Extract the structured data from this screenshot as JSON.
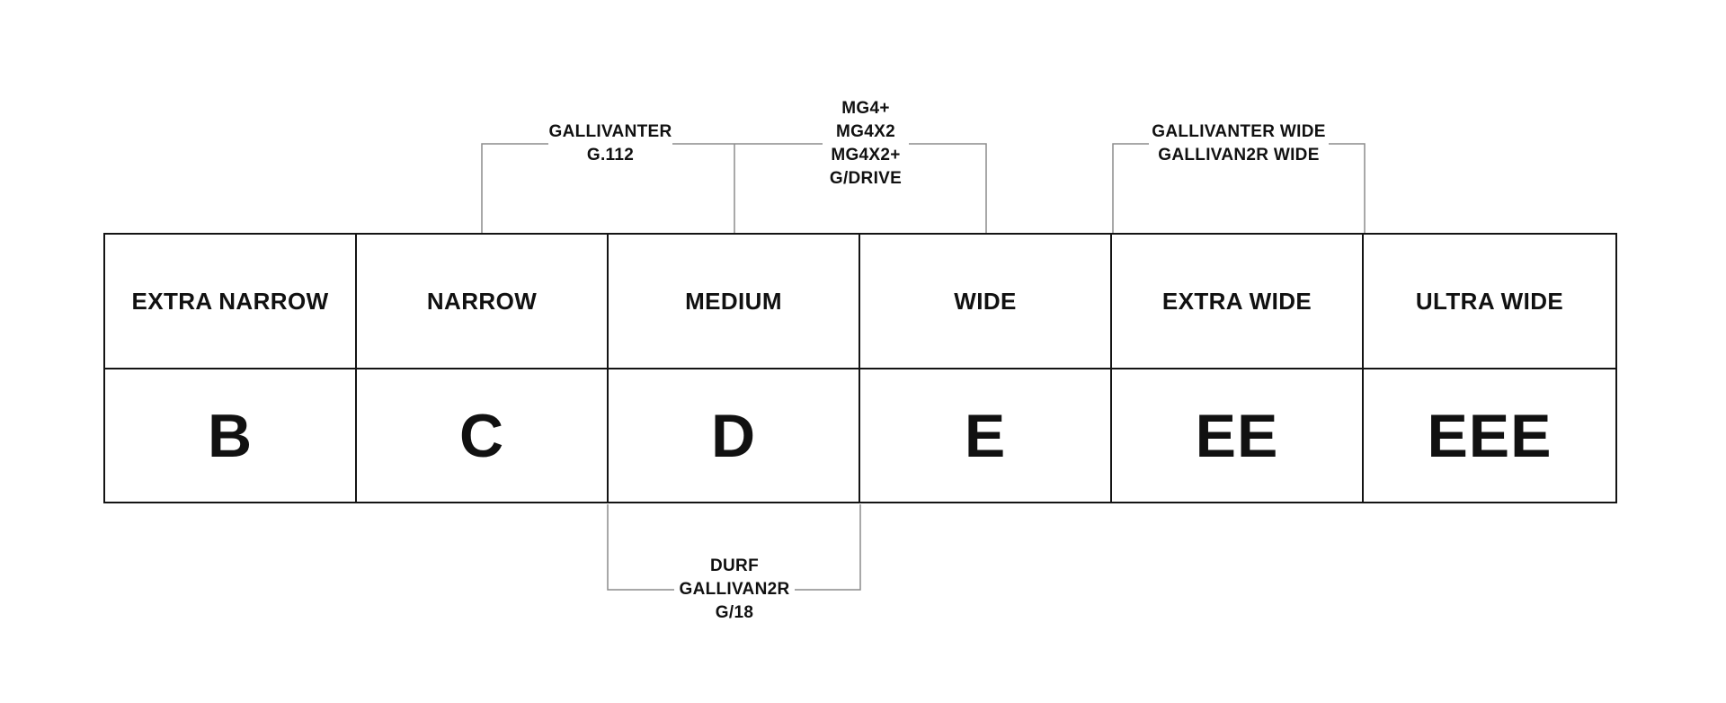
{
  "table": {
    "columns": [
      {
        "label": "EXTRA NARROW",
        "code": "B"
      },
      {
        "label": "NARROW",
        "code": "C"
      },
      {
        "label": "MEDIUM",
        "code": "D"
      },
      {
        "label": "WIDE",
        "code": "E"
      },
      {
        "label": "EXTRA WIDE",
        "code": "EE"
      },
      {
        "label": "ULTRA WIDE",
        "code": "EEE"
      }
    ]
  },
  "annotations": {
    "narrow": {
      "lines": [
        "GALLIVANTER",
        "G.112"
      ]
    },
    "medium_wide": {
      "lines": [
        "MG4+",
        "MG4X2",
        "MG4X2+",
        "G/DRIVE"
      ]
    },
    "extra_wide": {
      "lines": [
        "GALLIVANTER WIDE",
        "GALLIVAN2R WIDE"
      ]
    },
    "medium": {
      "lines": [
        "DURF",
        "GALLIVAN2R",
        "G/18"
      ]
    }
  },
  "colors": {
    "background": "#ffffff",
    "text": "#111111",
    "table_border": "#141414",
    "connector": "#8c8c8c"
  }
}
